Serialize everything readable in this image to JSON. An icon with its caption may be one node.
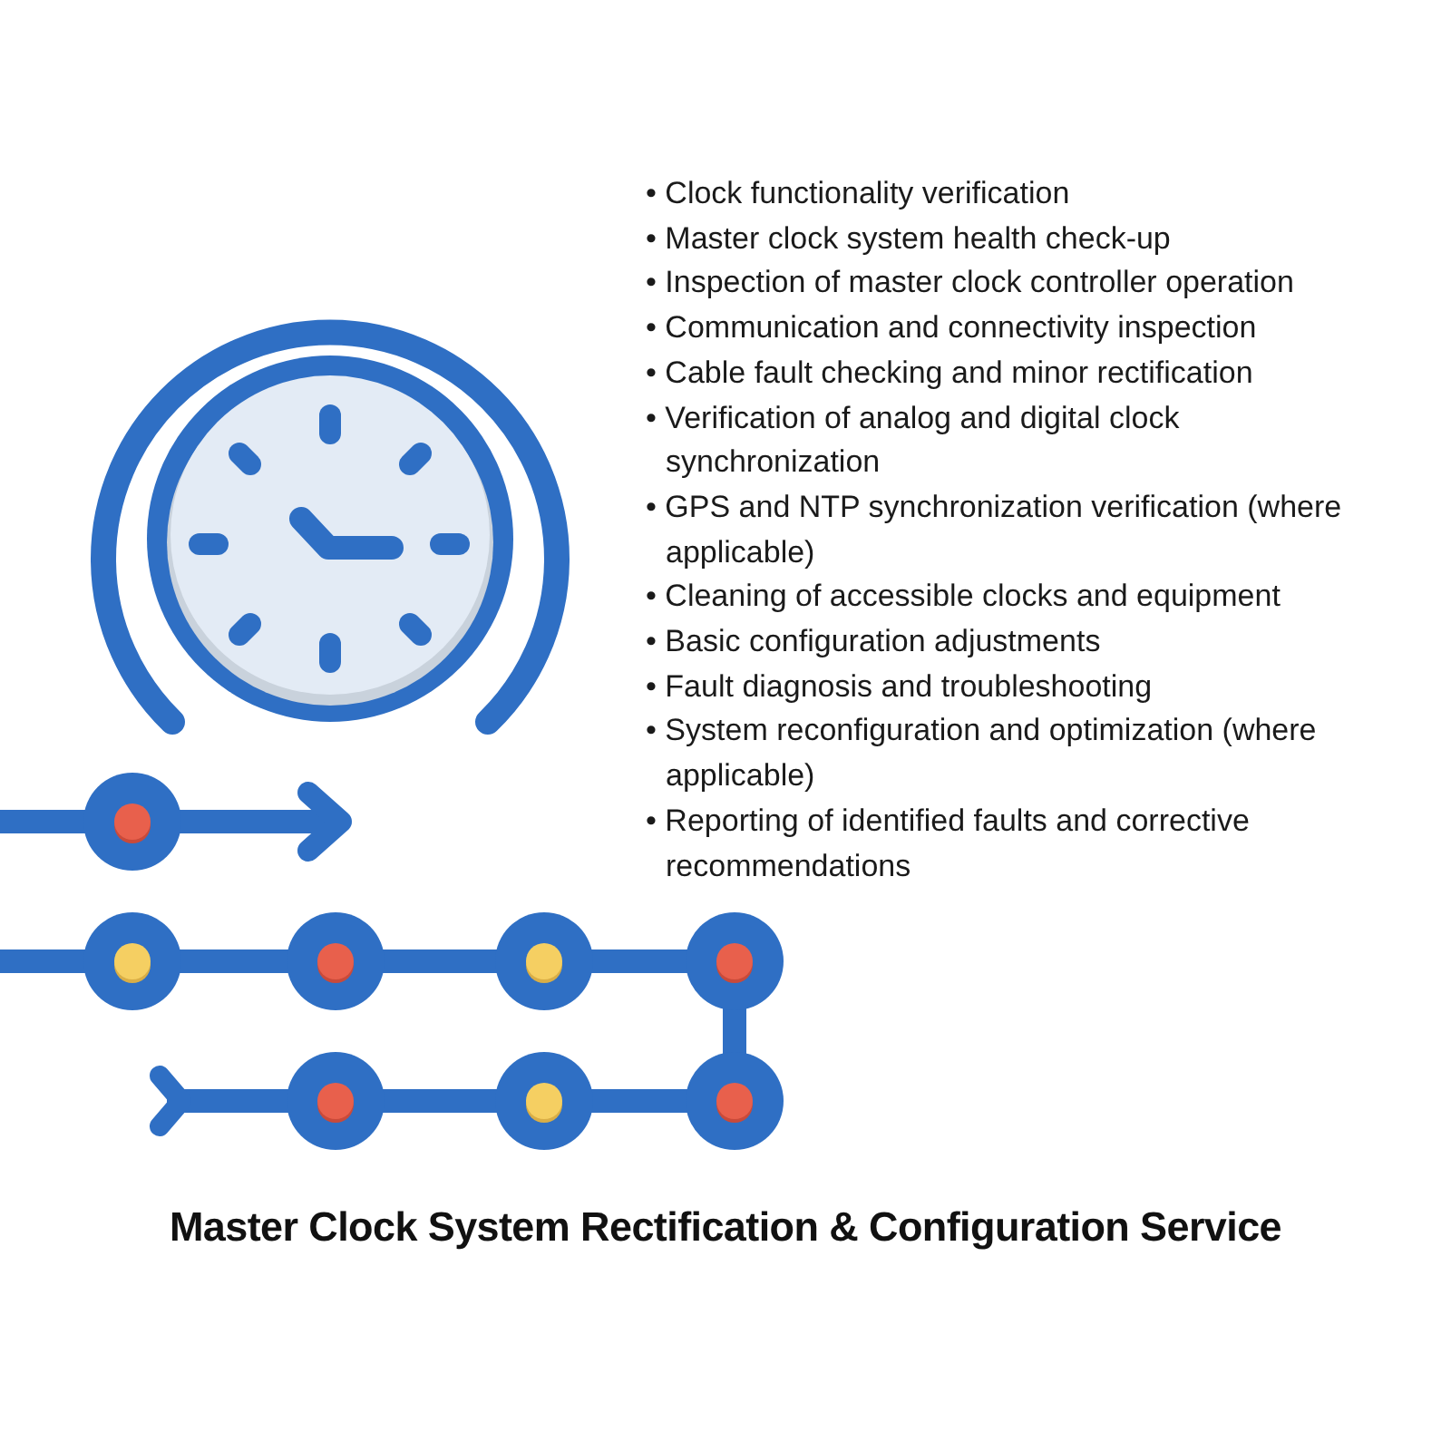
{
  "diagram": {
    "title": "Master Clock System Rectification & Configuration Service",
    "labels": [
      "• Clock functionality verification",
      "• Master clock system health check-up",
      "• Inspection of master clock controller operation",
      "• Communication and connectivity inspection",
      "• Cable fault checking and minor rectification",
      "• Verification of analog and digital clock synchronization",
      "• GPS and NTP synchronization verification (where applicable)",
      "• Cleaning of accessible clocks and equipment",
      "• Basic configuration adjustments",
      "• Fault diagnosis and troubleshooting",
      "• System reconfiguration and optimization (where applicable)",
      "• Reporting of identified faults and corrective recommendations"
    ]
  }
}
